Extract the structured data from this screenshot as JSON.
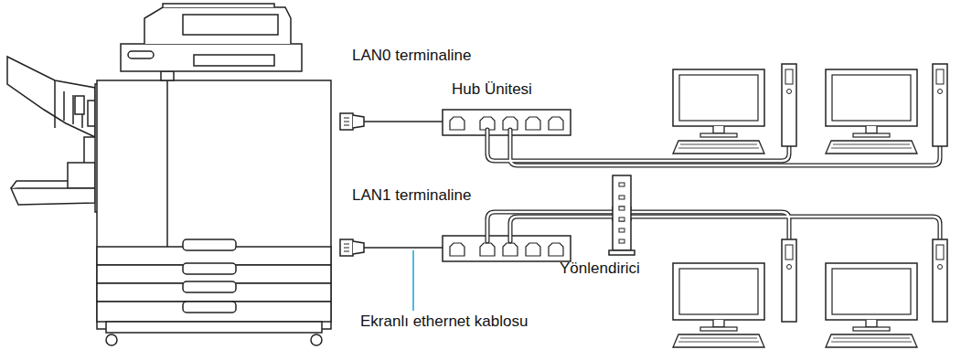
{
  "diagram": {
    "nodes": [
      {
        "text": [
          "Hub Ünitesi"
        ]
      },
      {
        "text": [
          "Yönlendirici"
        ]
      }
    ],
    "labels": [
      "LAN0 terminaline",
      "LAN1 terminaline",
      "Ekranlı ethernet kablosu"
    ]
  }
}
